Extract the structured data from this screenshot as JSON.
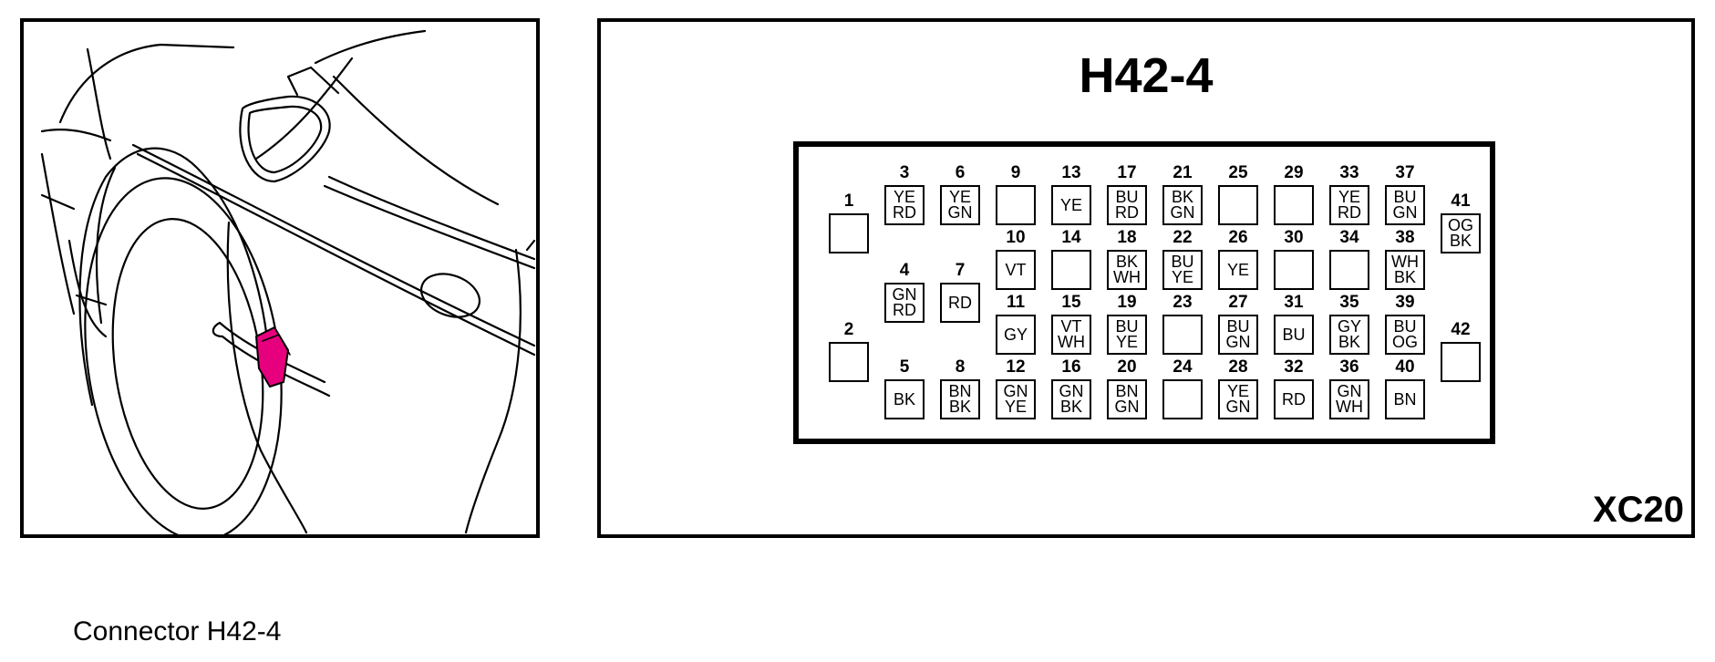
{
  "connector": {
    "title": "H42-4",
    "code": "XC20",
    "caption": "Connector H42-4",
    "highlight_color": "#e6007e",
    "pins": [
      {
        "num": "1",
        "colors": []
      },
      {
        "num": "2",
        "colors": []
      },
      {
        "num": "3",
        "colors": [
          "YE",
          "RD"
        ]
      },
      {
        "num": "4",
        "colors": [
          "GN",
          "RD"
        ]
      },
      {
        "num": "5",
        "colors": [
          "BK"
        ]
      },
      {
        "num": "6",
        "colors": [
          "YE",
          "GN"
        ]
      },
      {
        "num": "7",
        "colors": [
          "RD"
        ]
      },
      {
        "num": "8",
        "colors": [
          "BN",
          "BK"
        ]
      },
      {
        "num": "9",
        "colors": []
      },
      {
        "num": "10",
        "colors": [
          "VT"
        ]
      },
      {
        "num": "11",
        "colors": [
          "GY"
        ]
      },
      {
        "num": "12",
        "colors": [
          "GN",
          "YE"
        ]
      },
      {
        "num": "13",
        "colors": [
          "YE"
        ]
      },
      {
        "num": "14",
        "colors": []
      },
      {
        "num": "15",
        "colors": [
          "VT",
          "WH"
        ]
      },
      {
        "num": "16",
        "colors": [
          "GN",
          "BK"
        ]
      },
      {
        "num": "17",
        "colors": [
          "BU",
          "RD"
        ]
      },
      {
        "num": "18",
        "colors": [
          "BK",
          "WH"
        ]
      },
      {
        "num": "19",
        "colors": [
          "BU",
          "YE"
        ]
      },
      {
        "num": "20",
        "colors": [
          "BN",
          "GN"
        ]
      },
      {
        "num": "21",
        "colors": [
          "BK",
          "GN"
        ]
      },
      {
        "num": "22",
        "colors": [
          "BU",
          "YE"
        ]
      },
      {
        "num": "23",
        "colors": []
      },
      {
        "num": "24",
        "colors": []
      },
      {
        "num": "25",
        "colors": []
      },
      {
        "num": "26",
        "colors": [
          "YE"
        ]
      },
      {
        "num": "27",
        "colors": [
          "BU",
          "GN"
        ]
      },
      {
        "num": "28",
        "colors": [
          "YE",
          "GN"
        ]
      },
      {
        "num": "29",
        "colors": []
      },
      {
        "num": "30",
        "colors": []
      },
      {
        "num": "31",
        "colors": [
          "BU"
        ]
      },
      {
        "num": "32",
        "colors": [
          "RD"
        ]
      },
      {
        "num": "33",
        "colors": [
          "YE",
          "RD"
        ]
      },
      {
        "num": "34",
        "colors": []
      },
      {
        "num": "35",
        "colors": [
          "GY",
          "BK"
        ]
      },
      {
        "num": "36",
        "colors": [
          "GN",
          "WH"
        ]
      },
      {
        "num": "37",
        "colors": [
          "BU",
          "GN"
        ]
      },
      {
        "num": "38",
        "colors": [
          "WH",
          "BK"
        ]
      },
      {
        "num": "39",
        "colors": [
          "BU",
          "OG"
        ]
      },
      {
        "num": "40",
        "colors": [
          "BN"
        ]
      },
      {
        "num": "41",
        "colors": [
          "OG",
          "BK"
        ]
      },
      {
        "num": "42",
        "colors": []
      }
    ]
  }
}
